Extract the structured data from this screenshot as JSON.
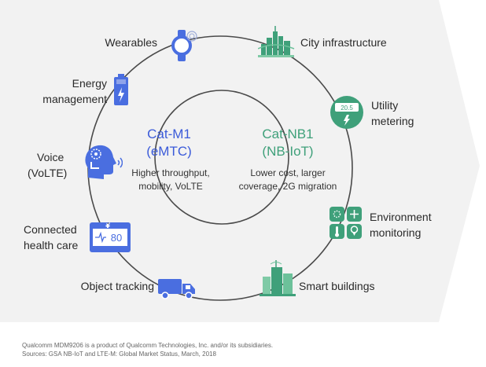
{
  "cat_m1": {
    "title_line1": "Cat-M1",
    "title_line2": "(eMTC)",
    "desc_line1": "Higher throughput,",
    "desc_line2": "mobility, VoLTE"
  },
  "cat_nb1": {
    "title_line1": "Cat-NB1",
    "title_line2": "(NB-IoT)",
    "desc_line1": "Lower cost, larger",
    "desc_line2": "coverage, 2G migration"
  },
  "use_cases": {
    "wearables": "Wearables",
    "city_infrastructure": "City infrastructure",
    "energy_line1": "Energy",
    "energy_line2": "management",
    "utility_line1": "Utility",
    "utility_line2": "metering",
    "voice_line1": "Voice",
    "voice_line2": "(VoLTE)",
    "environment_line1": "Environment",
    "environment_line2": "monitoring",
    "health_line1": "Connected",
    "health_line2": "health care",
    "object_tracking": "Object tracking",
    "smart_buildings": "Smart buildings"
  },
  "icon_text": {
    "health_monitor_reading": "80",
    "meter_reading": "20.5"
  },
  "footer": {
    "line1": "Qualcomm MDM9206 is a product of Qualcomm Technologies, Inc. and/or its subsidiaries.",
    "line2": "Sources: GSA NB-IoT and LTE-M: Global Market Status, March, 2018"
  },
  "colors": {
    "background_arrow": "#f2f2f2",
    "ring": "#4a4a4a",
    "cat_m1_accent": "#3b5bd9",
    "cat_nb1_accent": "#3fa07a",
    "icon_blue": "#4a6ee0",
    "icon_green": "#3fa07a"
  },
  "icons": [
    "watch-icon",
    "city-icon",
    "battery-icon",
    "meter-icon",
    "voice-head-icon",
    "environment-icon",
    "health-monitor-icon",
    "truck-icon",
    "building-icon"
  ]
}
